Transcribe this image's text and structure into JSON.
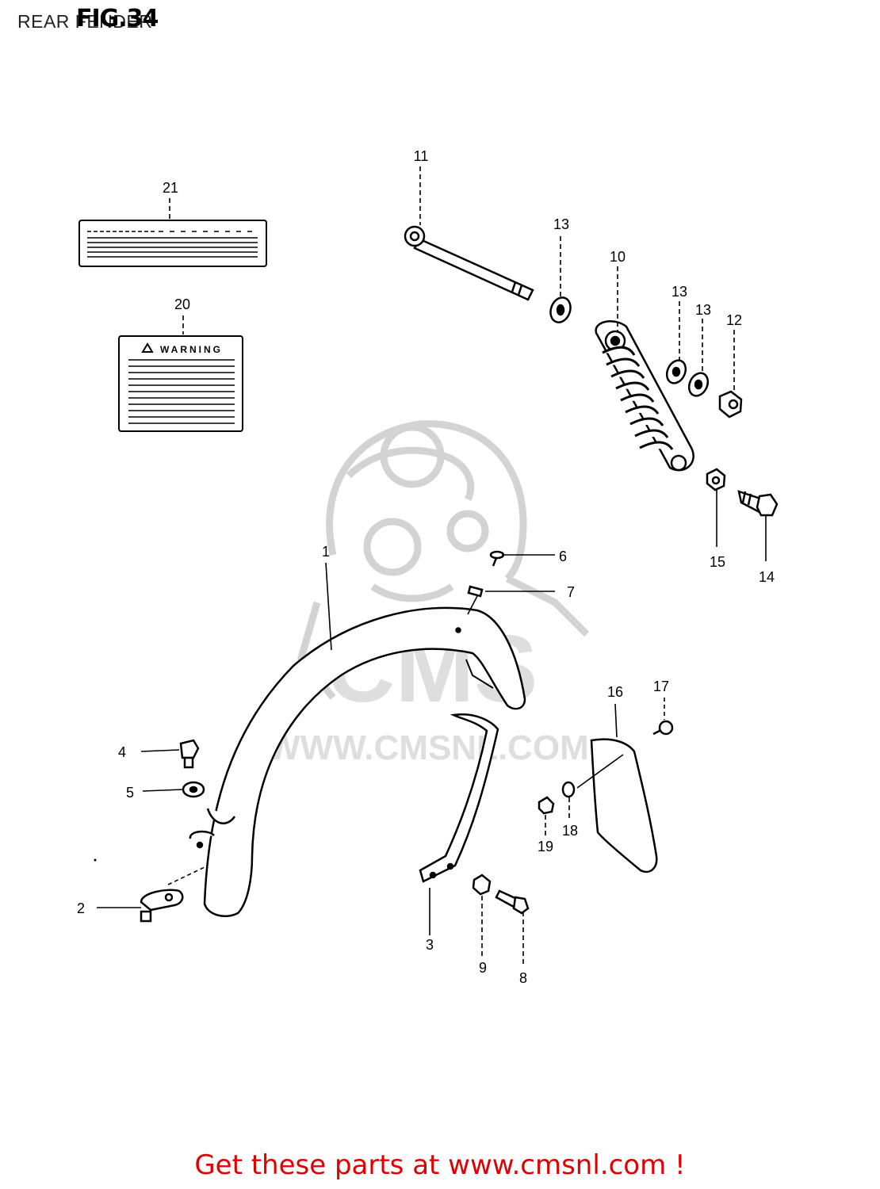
{
  "header": {
    "title": "REAR FENDER",
    "figure": "FIG.34"
  },
  "watermark": {
    "text_big": "CMS",
    "url": "WWW.CMSNL.COM"
  },
  "labels": {
    "warning": "WARNING"
  },
  "callouts": [
    {
      "id": "c1",
      "text": "1"
    },
    {
      "id": "c2",
      "text": "2"
    },
    {
      "id": "c3",
      "text": "3"
    },
    {
      "id": "c4",
      "text": "4"
    },
    {
      "id": "c5",
      "text": "5"
    },
    {
      "id": "c6",
      "text": "6"
    },
    {
      "id": "c7",
      "text": "7"
    },
    {
      "id": "c8",
      "text": "8"
    },
    {
      "id": "c9",
      "text": "9"
    },
    {
      "id": "c10",
      "text": "10"
    },
    {
      "id": "c11",
      "text": "11"
    },
    {
      "id": "c12",
      "text": "12"
    },
    {
      "id": "c13a",
      "text": "13"
    },
    {
      "id": "c13b",
      "text": "13"
    },
    {
      "id": "c13c",
      "text": "13"
    },
    {
      "id": "c14",
      "text": "14"
    },
    {
      "id": "c15",
      "text": "15"
    },
    {
      "id": "c16",
      "text": "16"
    },
    {
      "id": "c17",
      "text": "17"
    },
    {
      "id": "c18",
      "text": "18"
    },
    {
      "id": "c19",
      "text": "19"
    },
    {
      "id": "c20",
      "text": "20"
    },
    {
      "id": "c21",
      "text": "21"
    }
  ],
  "footer": {
    "link_text": "Get these parts at www.cmsnl.com !",
    "link_color": "#e00000"
  }
}
